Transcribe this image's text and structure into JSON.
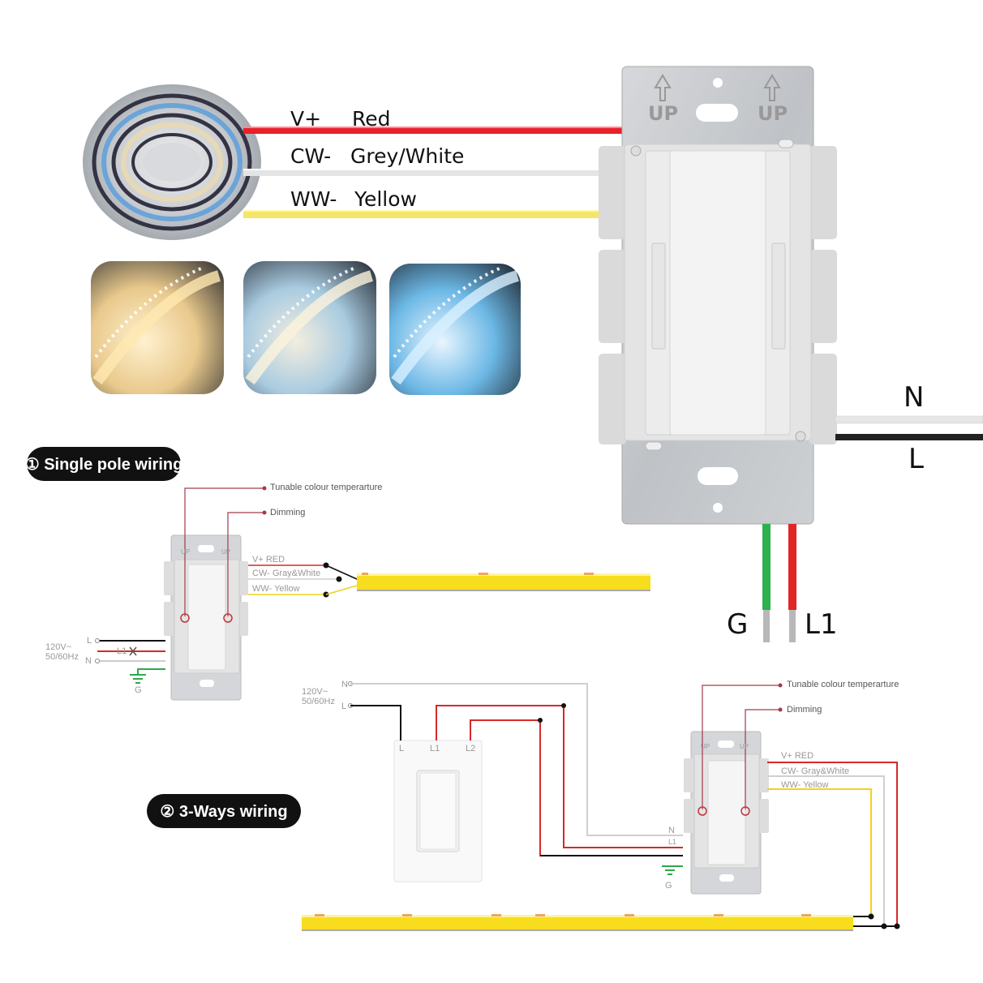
{
  "main_wires": {
    "vplus": {
      "code": "V+",
      "color_name": "Red",
      "color": "#e8202a"
    },
    "cw": {
      "code": "CW-",
      "color_name": "Grey/White",
      "color": "#d9d9d9"
    },
    "ww": {
      "code": "WW-",
      "color_name": "Yellow",
      "color": "#f5e66a"
    }
  },
  "mains": {
    "neutral": "N",
    "line": "L",
    "ground": "G",
    "load": "L1"
  },
  "switch": {
    "up_label": "UP"
  },
  "sections": {
    "single_pole": "① Single pole wiring",
    "three_way": "② 3-Ways wiring"
  },
  "diagram1": {
    "tunable": "Tunable colour temperarture",
    "dimming": "Dimming",
    "vplus": "V+   RED",
    "cw": "CW-   Gray&White",
    "ww": "WW-   Yellow",
    "voltage": "120V~",
    "freq": "50/60Hz",
    "l": "L",
    "n": "N",
    "l1": "L1",
    "g": "G",
    "up": "UP"
  },
  "diagram2": {
    "tunable": "Tunable colour temperarture",
    "dimming": "Dimming",
    "vplus": "V+   RED",
    "cw": "CW-   Gray&White",
    "ww": "WW-   Yellow",
    "voltage": "120V~",
    "freq": "50/60Hz",
    "n": "N",
    "l": "L",
    "sw_l": "L",
    "sw_l1": "L1",
    "sw_l2": "L2",
    "dim_n": "N",
    "dim_l1": "L1",
    "g": "G",
    "up": "UP"
  },
  "colors": {
    "red": "#d42a2a",
    "yellow": "#f2d21a",
    "green": "#2ea84a",
    "black": "#111111",
    "strip_yellow": "#f7dd1d",
    "plate": "#c6c8cc"
  }
}
